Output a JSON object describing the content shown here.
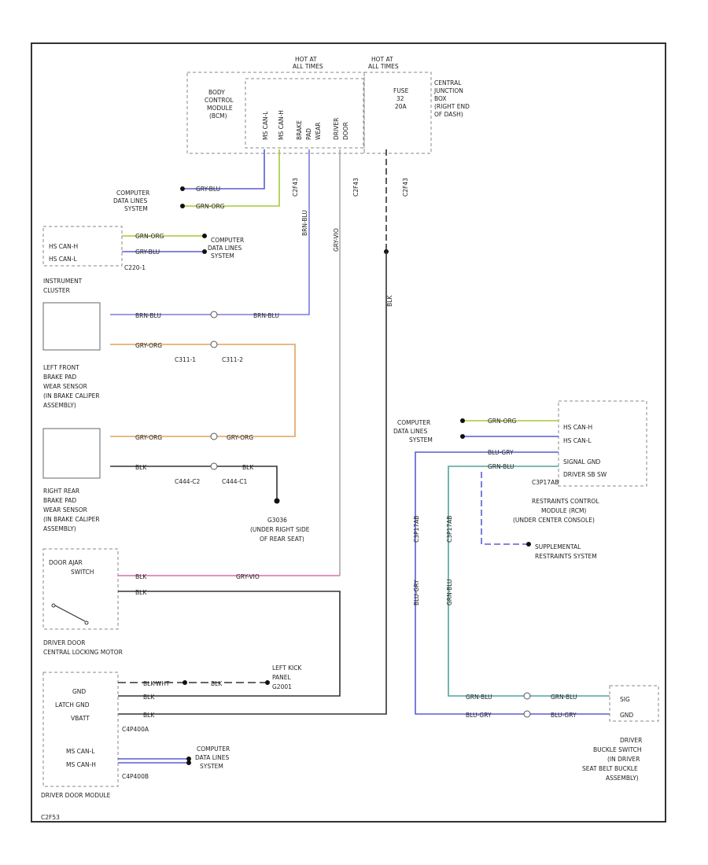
{
  "labels": {
    "hot_run_1": "HOT AT",
    "hot_run_1b": "ALL TIMES",
    "hot_run_2": "HOT AT",
    "hot_run_2b": "ALL TIMES",
    "bcm": [
      "BODY",
      "CONTROL",
      "MODULE",
      "(BCM)"
    ],
    "cjb": [
      "CENTRAL",
      "JUNCTION",
      "BOX",
      "(RIGHT END",
      "OF DASH)"
    ],
    "fuse": [
      "FUSE",
      "32",
      "20A"
    ],
    "bcm_pins": [
      "MS CAN-L",
      "MS CAN-H",
      "BRAKE",
      "PAD",
      "WEAR",
      "DRIVER",
      "DOOR"
    ],
    "comp_data_1": [
      "COMPUTER",
      "DATA LINES",
      "SYSTEM"
    ],
    "comp_data_2": [
      "COMPUTER",
      "DATA LINES",
      "SYSTEM"
    ],
    "comp_data_3": [
      "COMPUTER",
      "DATA LINES",
      "SYSTEM"
    ],
    "comp_data_4": [
      "COMPUTER",
      "DATA LINES",
      "SYSTEM"
    ],
    "ic_pins": [
      "HS CAN-H",
      "HS CAN-L"
    ],
    "ic_conn": "C220-1",
    "ic_name": [
      "INSTRUMENT",
      "CLUSTER"
    ],
    "lf_brake": [
      "LEFT FRONT",
      "BRAKE PAD",
      "WEAR SENSOR",
      "(IN BRAKE CALIPER",
      "ASSEMBLY)"
    ],
    "rr_brake": [
      "RIGHT REAR",
      "BRAKE PAD",
      "WEAR SENSOR",
      "(IN BRAKE CALIPER",
      "ASSEMBLY)"
    ],
    "g_rear": [
      "G3036",
      "(UNDER RIGHT SIDE",
      "OF REAR SEAT)"
    ],
    "c_a1": "C311-1",
    "c_a2": "C311-2",
    "c_b1": "C444-C2",
    "c_b2": "C444-C1",
    "door_ajar": [
      "DOOR AJAR",
      "SWITCH"
    ],
    "lock_motor": [
      "DRIVER DOOR",
      "CENTRAL LOCKING MOTOR"
    ],
    "kick_ground": [
      "LEFT KICK",
      "PANEL",
      "G2001"
    ],
    "ddm_pins": [
      "GND",
      "LATCH GND",
      "VBATT"
    ],
    "ddm_conn1": "C4P400A",
    "ddm_pins2": [
      "MS CAN-L",
      "MS CAN-H"
    ],
    "ddm_conn2": "C4P400B",
    "ddm_name": "DRIVER DOOR MODULE",
    "rcm_pins": [
      "HS CAN-H",
      "HS CAN-L",
      "SIGNAL GND",
      "DRIVER SB SW"
    ],
    "rcm_conn": "C3P17AB",
    "rcm_name": [
      "RESTRAINTS CONTROL",
      "MODULE (RCM)",
      "(UNDER CENTER CONSOLE)"
    ],
    "srs": [
      "SUPPLEMENTAL",
      "RESTRAINTS SYSTEM"
    ],
    "buckle_pins": [
      "SIG",
      "GND"
    ],
    "buckle_name": [
      "DRIVER",
      "BUCKLE SWITCH",
      "(IN DRIVER",
      "SEAT BELT BUCKLE",
      "ASSEMBLY)"
    ],
    "wire_1": "GRY-BLU",
    "wire_2": "GRN-ORG",
    "wire_3": "BRN-BLU",
    "wire_4": "GRY-ORG",
    "wire_5": "BLK",
    "wire_6": "GRY-VIO",
    "wire_7": "BLU-GRY",
    "wire_8": "GRN-BLU",
    "wire_9": "BLK-WHT",
    "vcode": "C2F43",
    "footer": "C2F53"
  },
  "colors": {
    "blue": "#5b5bd6",
    "green": "#a6c93a",
    "orange": "#e3a15e",
    "black": "#333333",
    "pink": "#d86fb0",
    "teal": "#4fa59a",
    "gray": "#aaaaaa"
  }
}
